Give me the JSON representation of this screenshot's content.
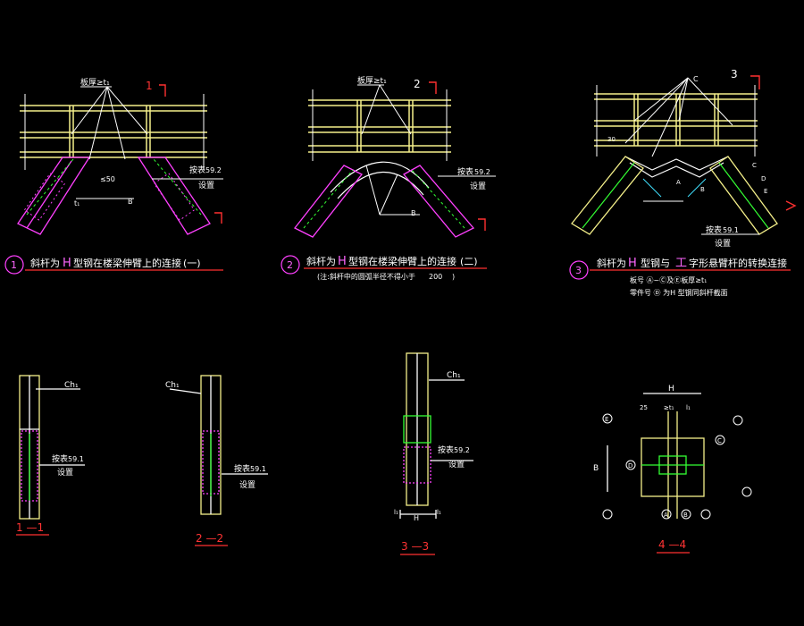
{
  "colors": {
    "background": "#000000",
    "beam": "#f5f08a",
    "member": "#ff40ff",
    "leader": "#ffffff",
    "cut": "#ff3030",
    "weld": "#40e0ff",
    "green": "#33ff33"
  },
  "details": [
    {
      "number": "1",
      "title_prefix": "斜杆为",
      "title_h": "H",
      "title_suffix": "型钢在楼梁伸臂上的连接",
      "title_tag": "(一)",
      "note_a": "板厚≥t₁",
      "note_table": "按表",
      "note_table_num": "59.2",
      "note_table_set": "设置",
      "dim": "≤50",
      "mark": "B",
      "label_t": "t₁",
      "cut_mark": "1"
    },
    {
      "number": "2",
      "title_prefix": "斜杆为",
      "title_h": "H",
      "title_suffix": "型钢在楼梁伸臂上的连接",
      "title_tag": "(二)",
      "subnote_prefix": "(注:斜杆中的圆弧半径不得小于",
      "subnote_value": "200",
      "subnote_suffix": ")",
      "note_a": "板厚≥t₁",
      "note_table": "按表",
      "note_table_num": "59.2",
      "note_table_set": "设置",
      "mark": "B",
      "cut_mark": "2"
    },
    {
      "number": "3",
      "title_prefix": "斜杆为",
      "title_h": "H",
      "title_mid": "型钢与",
      "title_i": "工",
      "title_suffix": "字形悬臂杆的转换连接",
      "line2": "板号 Ⓐ~Ⓒ及Ⓔ板厚≥t₁",
      "line3": "零件号 Ⓓ 为H 型钢同斜杆截面",
      "note_c": "C",
      "note_table": "按表",
      "note_table_num": "59.1",
      "note_table_set": "设置",
      "marks": [
        "A",
        "B",
        "C",
        "D",
        "E"
      ],
      "dim": "30",
      "cut_mark": "3"
    }
  ],
  "sections": [
    {
      "label": "1 —1",
      "weld": "Ch₁",
      "note_table": "按表",
      "note_table_num": "59.1",
      "note_table_set": "设置"
    },
    {
      "label": "2 —2",
      "weld": "Ch₁",
      "note_table": "按表",
      "note_table_num": "59.1",
      "note_table_set": "设置"
    },
    {
      "label": "3 —3",
      "weld": "Ch₁",
      "note_table": "按表",
      "note_table_num": "59.2",
      "note_table_set": "设置",
      "dim": "H",
      "dim_l": "l₁",
      "dim_r": "l₁"
    },
    {
      "label": "4 —4",
      "dim_h": "H",
      "dim_b": "B",
      "dim_25": "25",
      "dim_t": "≥t₁",
      "dim_l": "l₁",
      "marks": [
        "E",
        "D",
        "C",
        "B",
        "A"
      ]
    }
  ]
}
